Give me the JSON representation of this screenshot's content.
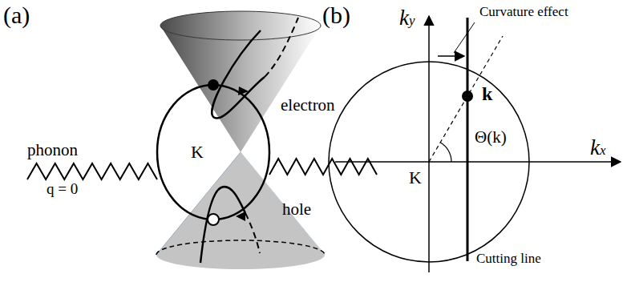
{
  "diagram": {
    "labels": [
      "(a)",
      "electron",
      "phonon",
      "q = 0",
      "K",
      "hole",
      "(b)",
      "ky",
      "Curvature effect",
      "kx",
      "k",
      "K",
      "Θ(k)",
      "Cutting line"
    ]
  }
}
